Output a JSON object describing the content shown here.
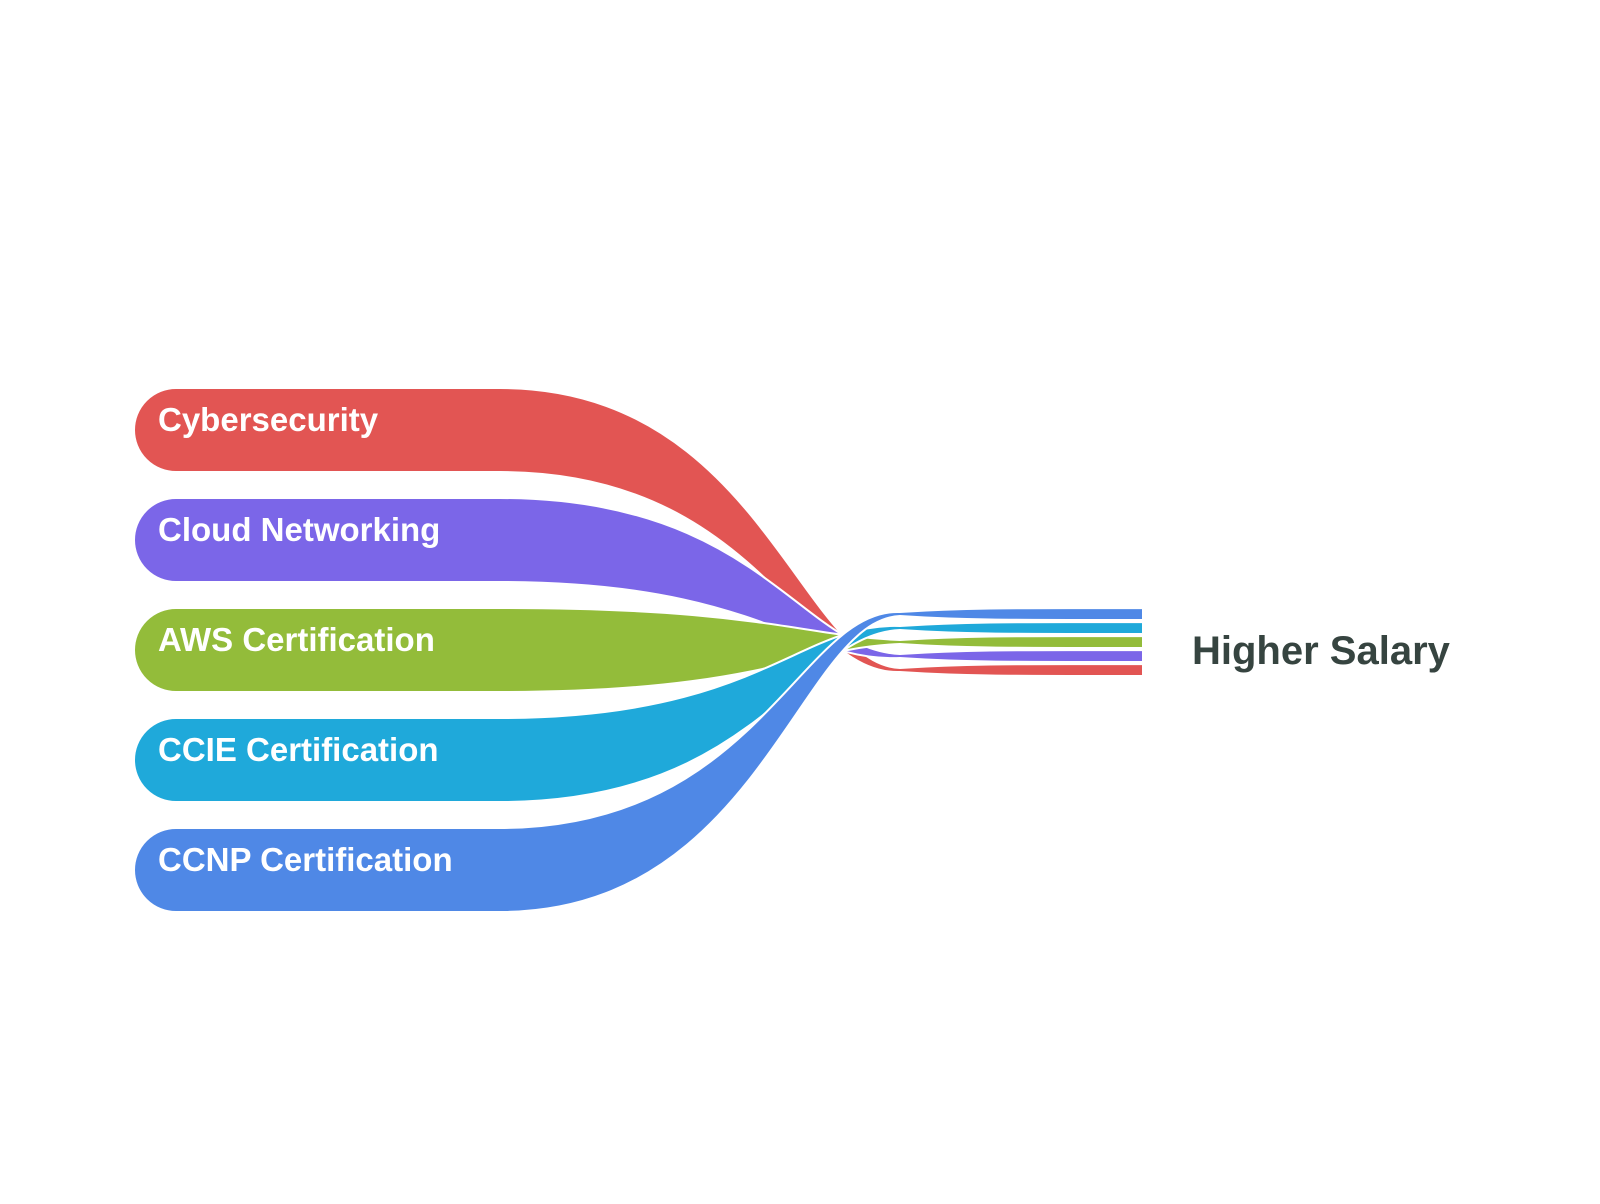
{
  "diagram": {
    "type": "sankey",
    "target": {
      "label": "Higher Salary",
      "color": "#364440"
    },
    "sources": [
      {
        "label": "Cybersecurity",
        "color": "#E25553"
      },
      {
        "label": "Cloud Networking",
        "color": "#7B66E8"
      },
      {
        "label": "AWS Certification",
        "color": "#93BC3A"
      },
      {
        "label": "CCIE Certification",
        "color": "#1FA9DA"
      },
      {
        "label": "CCNP Certification",
        "color": "#4F88E6"
      }
    ],
    "target_order": [
      "CCNP Certification",
      "CCIE Certification",
      "AWS Certification",
      "Cloud Networking",
      "Cybersecurity"
    ]
  }
}
